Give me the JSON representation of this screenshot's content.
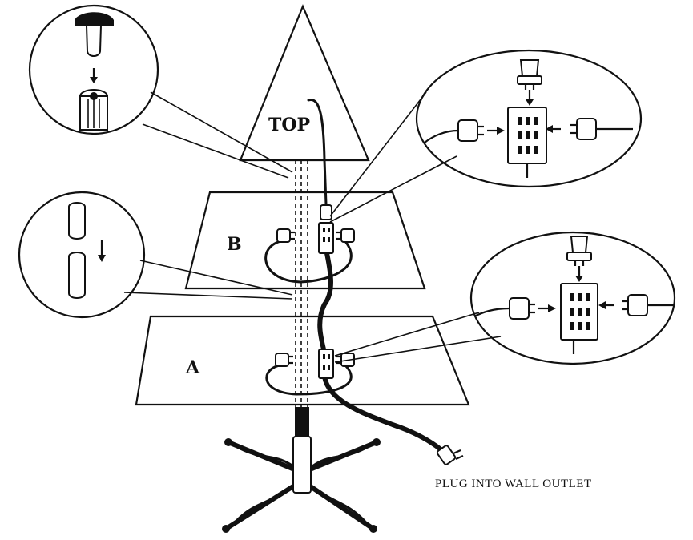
{
  "labels": {
    "top": "TOP",
    "tier_b": "B",
    "tier_a": "A",
    "plug_instruction": "PLUG INTO WALL OUTLET"
  },
  "colors": {
    "ink": "#111111",
    "paper": "#ffffff"
  },
  "icons": {
    "callouts": [
      "pole-connector-icon",
      "pole-insert-icon",
      "power-strip-icon",
      "power-strip-icon"
    ],
    "components": [
      "plug-icon",
      "power-strip-icon",
      "tree-stand-icon",
      "wall-plug-icon"
    ]
  }
}
